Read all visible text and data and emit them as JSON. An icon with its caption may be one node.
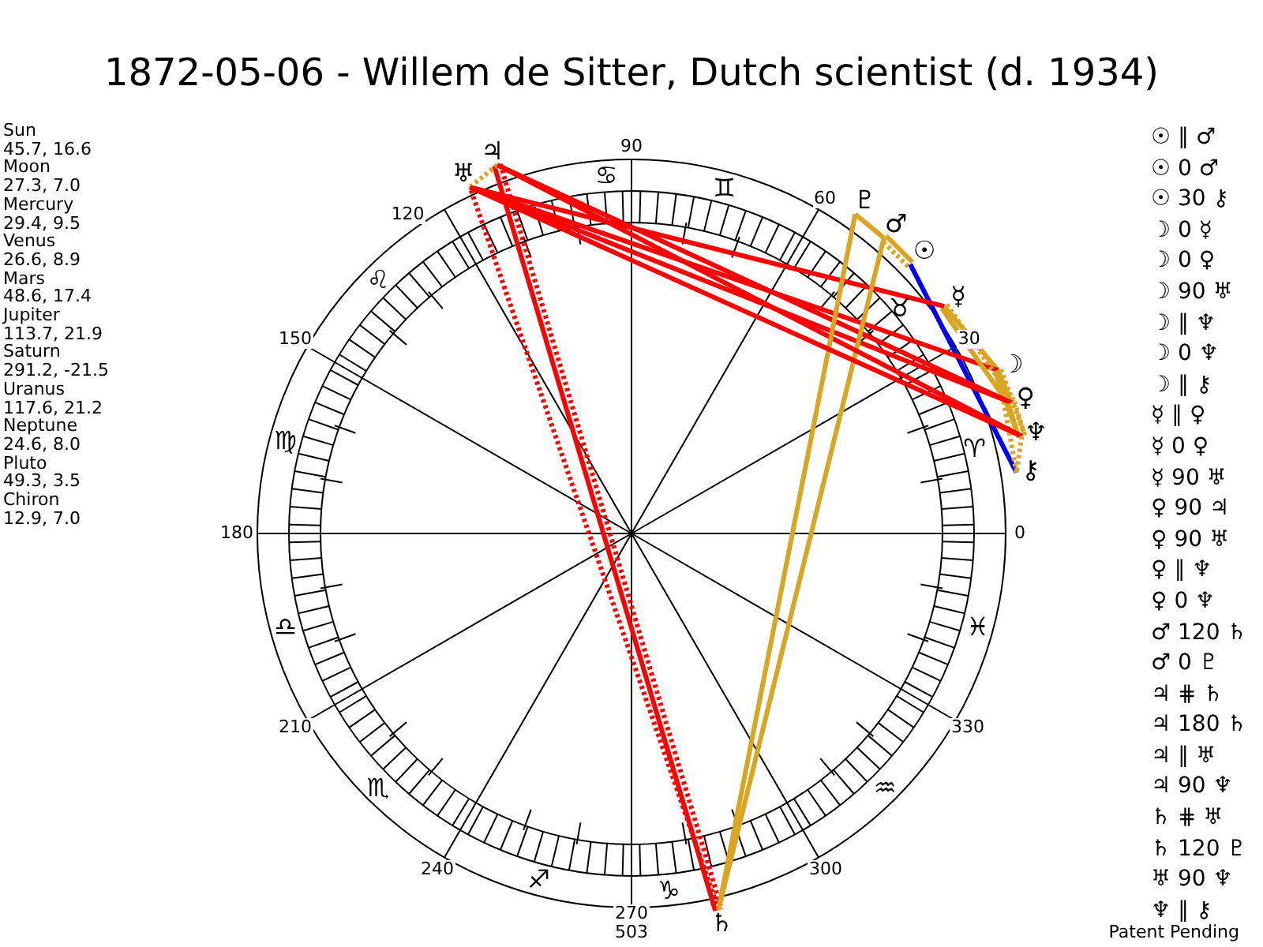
{
  "diagram": {
    "title": "1872-05-06 - Willem de Sitter, Dutch scientist (d. 1934)",
    "nodes": [
      {
        "text": [
          "☉"
        ]
      },
      {
        "text": [
          "☽"
        ]
      },
      {
        "text": [
          "☿"
        ]
      },
      {
        "text": [
          "♀"
        ]
      },
      {
        "text": [
          "♂"
        ]
      },
      {
        "text": [
          "♃"
        ]
      },
      {
        "text": [
          "♄"
        ]
      },
      {
        "text": [
          "♅"
        ]
      },
      {
        "text": [
          "♆"
        ]
      },
      {
        "text": [
          "♇"
        ]
      },
      {
        "text": [
          "⚷"
        ]
      }
    ],
    "edges": [
      {
        "from": 0,
        "to": 4,
        "arrow": "none",
        "style": "dashed"
      },
      {
        "from": 0,
        "to": 4,
        "arrow": "none"
      },
      {
        "from": 0,
        "to": 10,
        "arrow": "none",
        "color": "#0000ff"
      },
      {
        "from": 1,
        "to": 2,
        "arrow": "none"
      },
      {
        "from": 1,
        "to": 3,
        "arrow": "none"
      },
      {
        "from": 1,
        "to": 7,
        "arrow": "none",
        "color": "#ff0000"
      },
      {
        "from": 1,
        "to": 8,
        "arrow": "none",
        "style": "dashed"
      },
      {
        "from": 1,
        "to": 8,
        "arrow": "none"
      },
      {
        "from": 1,
        "to": 10,
        "arrow": "none",
        "style": "dashed"
      },
      {
        "from": 2,
        "to": 3,
        "arrow": "none",
        "style": "dashed"
      },
      {
        "from": 2,
        "to": 3,
        "arrow": "none"
      },
      {
        "from": 2,
        "to": 7,
        "arrow": "none",
        "color": "#ff0000"
      },
      {
        "from": 3,
        "to": 5,
        "arrow": "none",
        "color": "#ff0000"
      },
      {
        "from": 3,
        "to": 7,
        "arrow": "none",
        "color": "#ff0000"
      },
      {
        "from": 3,
        "to": 8,
        "arrow": "none",
        "style": "dashed"
      },
      {
        "from": 3,
        "to": 8,
        "arrow": "none"
      },
      {
        "from": 4,
        "to": 6,
        "arrow": "none"
      },
      {
        "from": 4,
        "to": 9,
        "arrow": "none"
      },
      {
        "from": 5,
        "to": 6,
        "arrow": "none",
        "style": "dashed",
        "color": "#ff0000"
      },
      {
        "from": 5,
        "to": 6,
        "arrow": "none",
        "color": "#ff0000"
      },
      {
        "from": 5,
        "to": 7,
        "arrow": "none",
        "style": "dashed"
      },
      {
        "from": 5,
        "to": 8,
        "arrow": "none",
        "color": "#ff0000"
      },
      {
        "from": 6,
        "to": 7,
        "arrow": "none",
        "style": "dashed",
        "color": "#ff0000"
      },
      {
        "from": 6,
        "to": 9,
        "arrow": "none"
      },
      {
        "from": 7,
        "to": 8,
        "arrow": "none",
        "color": "#ff0000"
      },
      {
        "from": 8,
        "to": 10,
        "arrow": "none",
        "style": "dashed"
      }
    ],
    "labels": [
      "Sun",
      "45.7, 16.6",
      "Moon",
      "27.3, 7.0",
      "Mercury",
      "29.4, 9.5",
      "Venus",
      "26.6, 8.9",
      "Mars",
      "48.6, 17.4",
      "Jupiter",
      "113.7, 21.9",
      "Saturn",
      "291.2, -21.5",
      "Uranus",
      "117.6, 21.2",
      "Neptune",
      "24.6, 8.0",
      "Pluto",
      "49.3, 3.5",
      "Chiron",
      "12.9, 7.0",
      "☉ ∥ ♂",
      "☉ 0 ♂",
      "☉ 30 ⚷",
      "☽ 0 ☿",
      "☽ 0 ♀",
      "☽ 90 ♅",
      "☽ ∥ ♆",
      "☽ 0 ♆",
      "☽ ∥ ⚷",
      "☿ ∥ ♀",
      "☿ 0 ♀",
      "☿ 90 ♅",
      "♀ 90 ♃",
      "♀ 90 ♅",
      "♀ ∥ ♆",
      "♀ 0 ♆",
      "♂ 120 ♄",
      "♂ 0 ♇",
      "♃ ⋕ ♄",
      "♃ 180 ♄",
      "♃ ∥ ♅",
      "♃ 90 ♆",
      "♄ ⋕ ♅",
      "♄ 120 ♇",
      "♅ 90 ♆",
      "♆ ∥ ⚷",
      "0",
      "30",
      "60",
      "90",
      "120",
      "150",
      "180",
      "210",
      "240",
      "270",
      "300",
      "330",
      "♈",
      "♉",
      "♊",
      "♋",
      "♌",
      "♍",
      "♎",
      "♏",
      "♐",
      "♑",
      "♒",
      "♓",
      "503",
      "Patent Pending"
    ]
  }
}
